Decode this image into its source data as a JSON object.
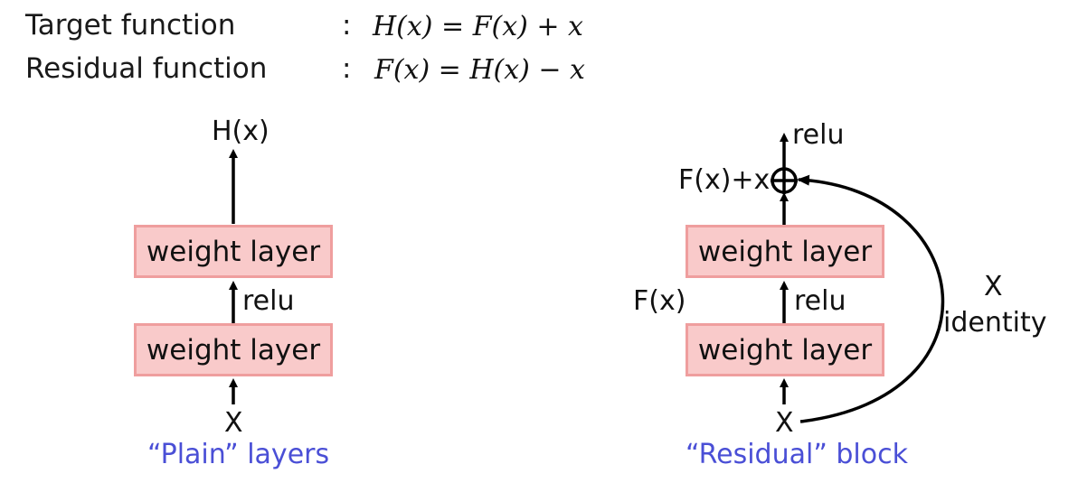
{
  "definitions": [
    {
      "label": "Target function",
      "colon": ":",
      "formula": "H(x) = F(x) + x"
    },
    {
      "label": "Residual function",
      "colon": ":",
      "formula": "F(x) = H(x) − x"
    }
  ],
  "plain": {
    "output_label": "H(x)",
    "top_layer": "weight layer",
    "relu_label": "relu",
    "bottom_layer": "weight layer",
    "input_label": "X",
    "caption": "“Plain” layers"
  },
  "residual": {
    "output_relu_label": "relu",
    "sum_label": "F(x)+x",
    "top_layer": "weight layer",
    "fx_label": "F(x)",
    "relu_label": "relu",
    "bottom_layer": "weight layer",
    "input_label": "X",
    "skip_x_label": "X",
    "skip_identity_label": "identity",
    "caption": "“Residual” block"
  },
  "colors": {
    "box_fill": "#f9caca",
    "box_border": "#ef9e9e",
    "caption": "#4a4fd6",
    "arrow": "#000000"
  }
}
